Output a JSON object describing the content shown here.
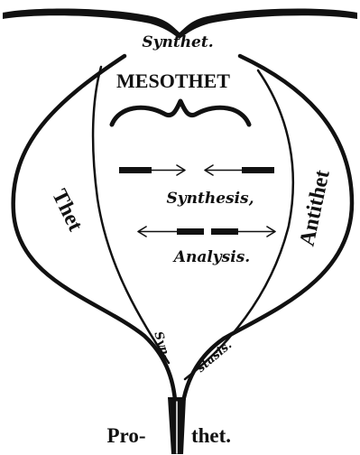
{
  "labels": {
    "top": "Synthet.",
    "center_title": "MESOTHET",
    "left_branch": "Thet",
    "right_branch": "Antithet",
    "synthesis": "Synthesis,",
    "analysis": "Analysis.",
    "syn_left": "Syn-",
    "syn_right": "stasis.",
    "bottom_left": "Pro-",
    "bottom_right": "thet."
  },
  "icons": {
    "brace": "curly-brace-icon",
    "arrow_in_left": "arrow-right-icon",
    "arrow_in_right": "arrow-left-icon",
    "arrow_out_left": "arrow-left-icon",
    "arrow_out_right": "arrow-right-icon"
  },
  "colors": {
    "ink": "#111111",
    "background": "#ffffff"
  }
}
